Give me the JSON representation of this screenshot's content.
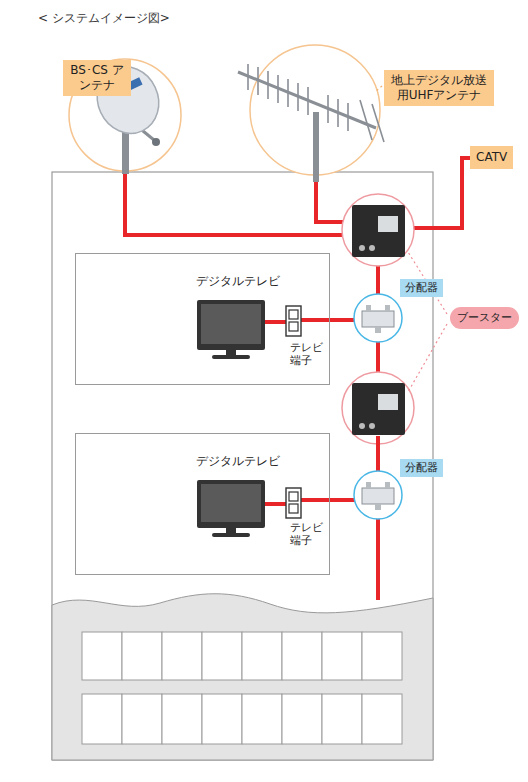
{
  "diagram": {
    "title": "< システムイメージ図>",
    "nodes": [
      {
        "text": [
          "BS･CS アンテナ"
        ]
      },
      {
        "text": [
          "地上デジタル放送 用UHFアンテナ"
        ]
      },
      {
        "text": [
          "CATV"
        ]
      },
      {
        "text": [
          "デジタルテレビ",
          "テレビ 端子"
        ]
      },
      {
        "text": [
          "分配器"
        ]
      },
      {
        "text": [
          "ブースター"
        ]
      },
      {
        "text": [
          "デジタルテレビ",
          "テレビ 端子"
        ]
      },
      {
        "text": [
          "分配器"
        ]
      }
    ]
  }
}
